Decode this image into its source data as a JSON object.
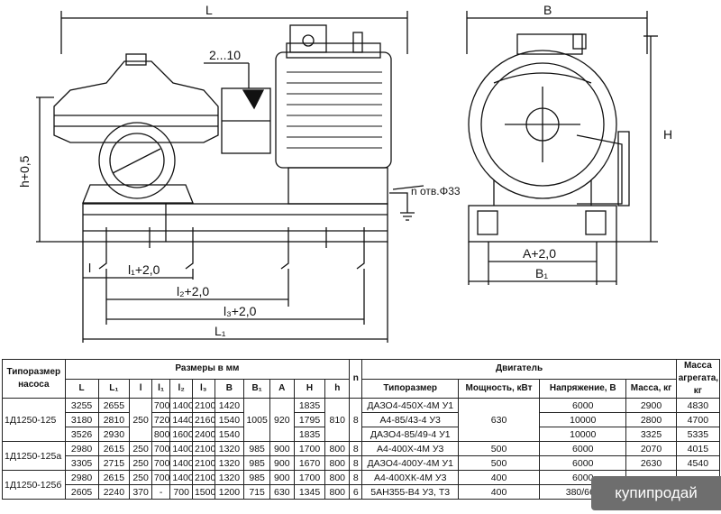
{
  "drawing": {
    "dims": {
      "L": "L",
      "B": "B",
      "H": "H",
      "h": "h+0,5",
      "gap": "2...10",
      "holes": "n отв.Φ33",
      "l": "l",
      "l1": "l₁+2,0",
      "l2": "l₂+2,0",
      "l3": "l₃+2,0",
      "L1": "L₁",
      "A": "A+2,0",
      "B1": "B₁"
    }
  },
  "table": {
    "header": {
      "type": "Типоразмер насоса",
      "sizes": "Размеры в мм",
      "engine": "Двигатель",
      "mass": "Масса агрегата, кг",
      "n": "n",
      "cols": [
        "L",
        "L₁",
        "l",
        "l₁",
        "l₂",
        "l₃",
        "B",
        "B₁",
        "A",
        "H",
        "h"
      ],
      "eng_cols": [
        "Типоразмер",
        "Мощность, кВт",
        "Напряжение, В",
        "Масса, кг"
      ]
    },
    "rows": [
      {
        "L": "3255",
        "L1": "2655",
        "l": "",
        "l1": "700",
        "l2": "1400",
        "l3": "2100",
        "B": "1420",
        "B1": "",
        "A": "",
        "H": "1835",
        "h": "",
        "n": "",
        "eng": "ДАЗО4-450Х-4М У1",
        "power": "",
        "volt": "6000",
        "emass": "2900",
        "mass": "4830"
      },
      {
        "L": "3180",
        "L1": "2810",
        "l": "250",
        "l1": "720",
        "l2": "1440",
        "l3": "2160",
        "B": "1540",
        "B1": "1005",
        "A": "920",
        "H": "1795",
        "h": "810",
        "n": "8",
        "eng": "А4-85/43-4 У3",
        "power": "630",
        "volt": "10000",
        "emass": "2800",
        "mass": "4700"
      },
      {
        "L": "3526",
        "L1": "2930",
        "l": "",
        "l1": "800",
        "l2": "1600",
        "l3": "2400",
        "B": "1540",
        "B1": "",
        "A": "",
        "H": "1835",
        "h": "",
        "n": "",
        "eng": "ДАЗО4-85/49-4 У1",
        "power": "",
        "volt": "10000",
        "emass": "3325",
        "mass": "5335"
      },
      {
        "L": "2980",
        "L1": "2615",
        "l": "250",
        "l1": "700",
        "l2": "1400",
        "l3": "2100",
        "B": "1320",
        "B1": "985",
        "A": "900",
        "H": "1700",
        "h": "800",
        "n": "8",
        "eng": "А4-400Х-4М У3",
        "power": "500",
        "volt": "6000",
        "emass": "2070",
        "mass": "4015"
      },
      {
        "L": "3305",
        "L1": "2715",
        "l": "250",
        "l1": "700",
        "l2": "1400",
        "l3": "2100",
        "B": "1320",
        "B1": "985",
        "A": "900",
        "H": "1670",
        "h": "800",
        "n": "8",
        "eng": "ДАЗО4-400У-4М У1",
        "power": "500",
        "volt": "6000",
        "emass": "2630",
        "mass": "4540"
      },
      {
        "L": "2980",
        "L1": "2615",
        "l": "250",
        "l1": "700",
        "l2": "1400",
        "l3": "2100",
        "B": "1320",
        "B1": "985",
        "A": "900",
        "H": "1700",
        "h": "800",
        "n": "8",
        "eng": "А4-400ХК-4М У3",
        "power": "400",
        "volt": "6000",
        "emass": "",
        "mass": ""
      },
      {
        "L": "2605",
        "L1": "2240",
        "l": "370",
        "l1": "-",
        "l2": "700",
        "l3": "1500",
        "B": "1200",
        "B1": "715",
        "A": "630",
        "H": "1345",
        "h": "800",
        "n": "6",
        "eng": "5АН355-В4 У3, Т3",
        "power": "400",
        "volt": "380/660",
        "emass": "",
        "mass": ""
      }
    ],
    "pump_groups": [
      "1Д1250-125",
      "1Д1250-125а",
      "1Д1250-125б"
    ]
  },
  "watermark": "купипродай"
}
